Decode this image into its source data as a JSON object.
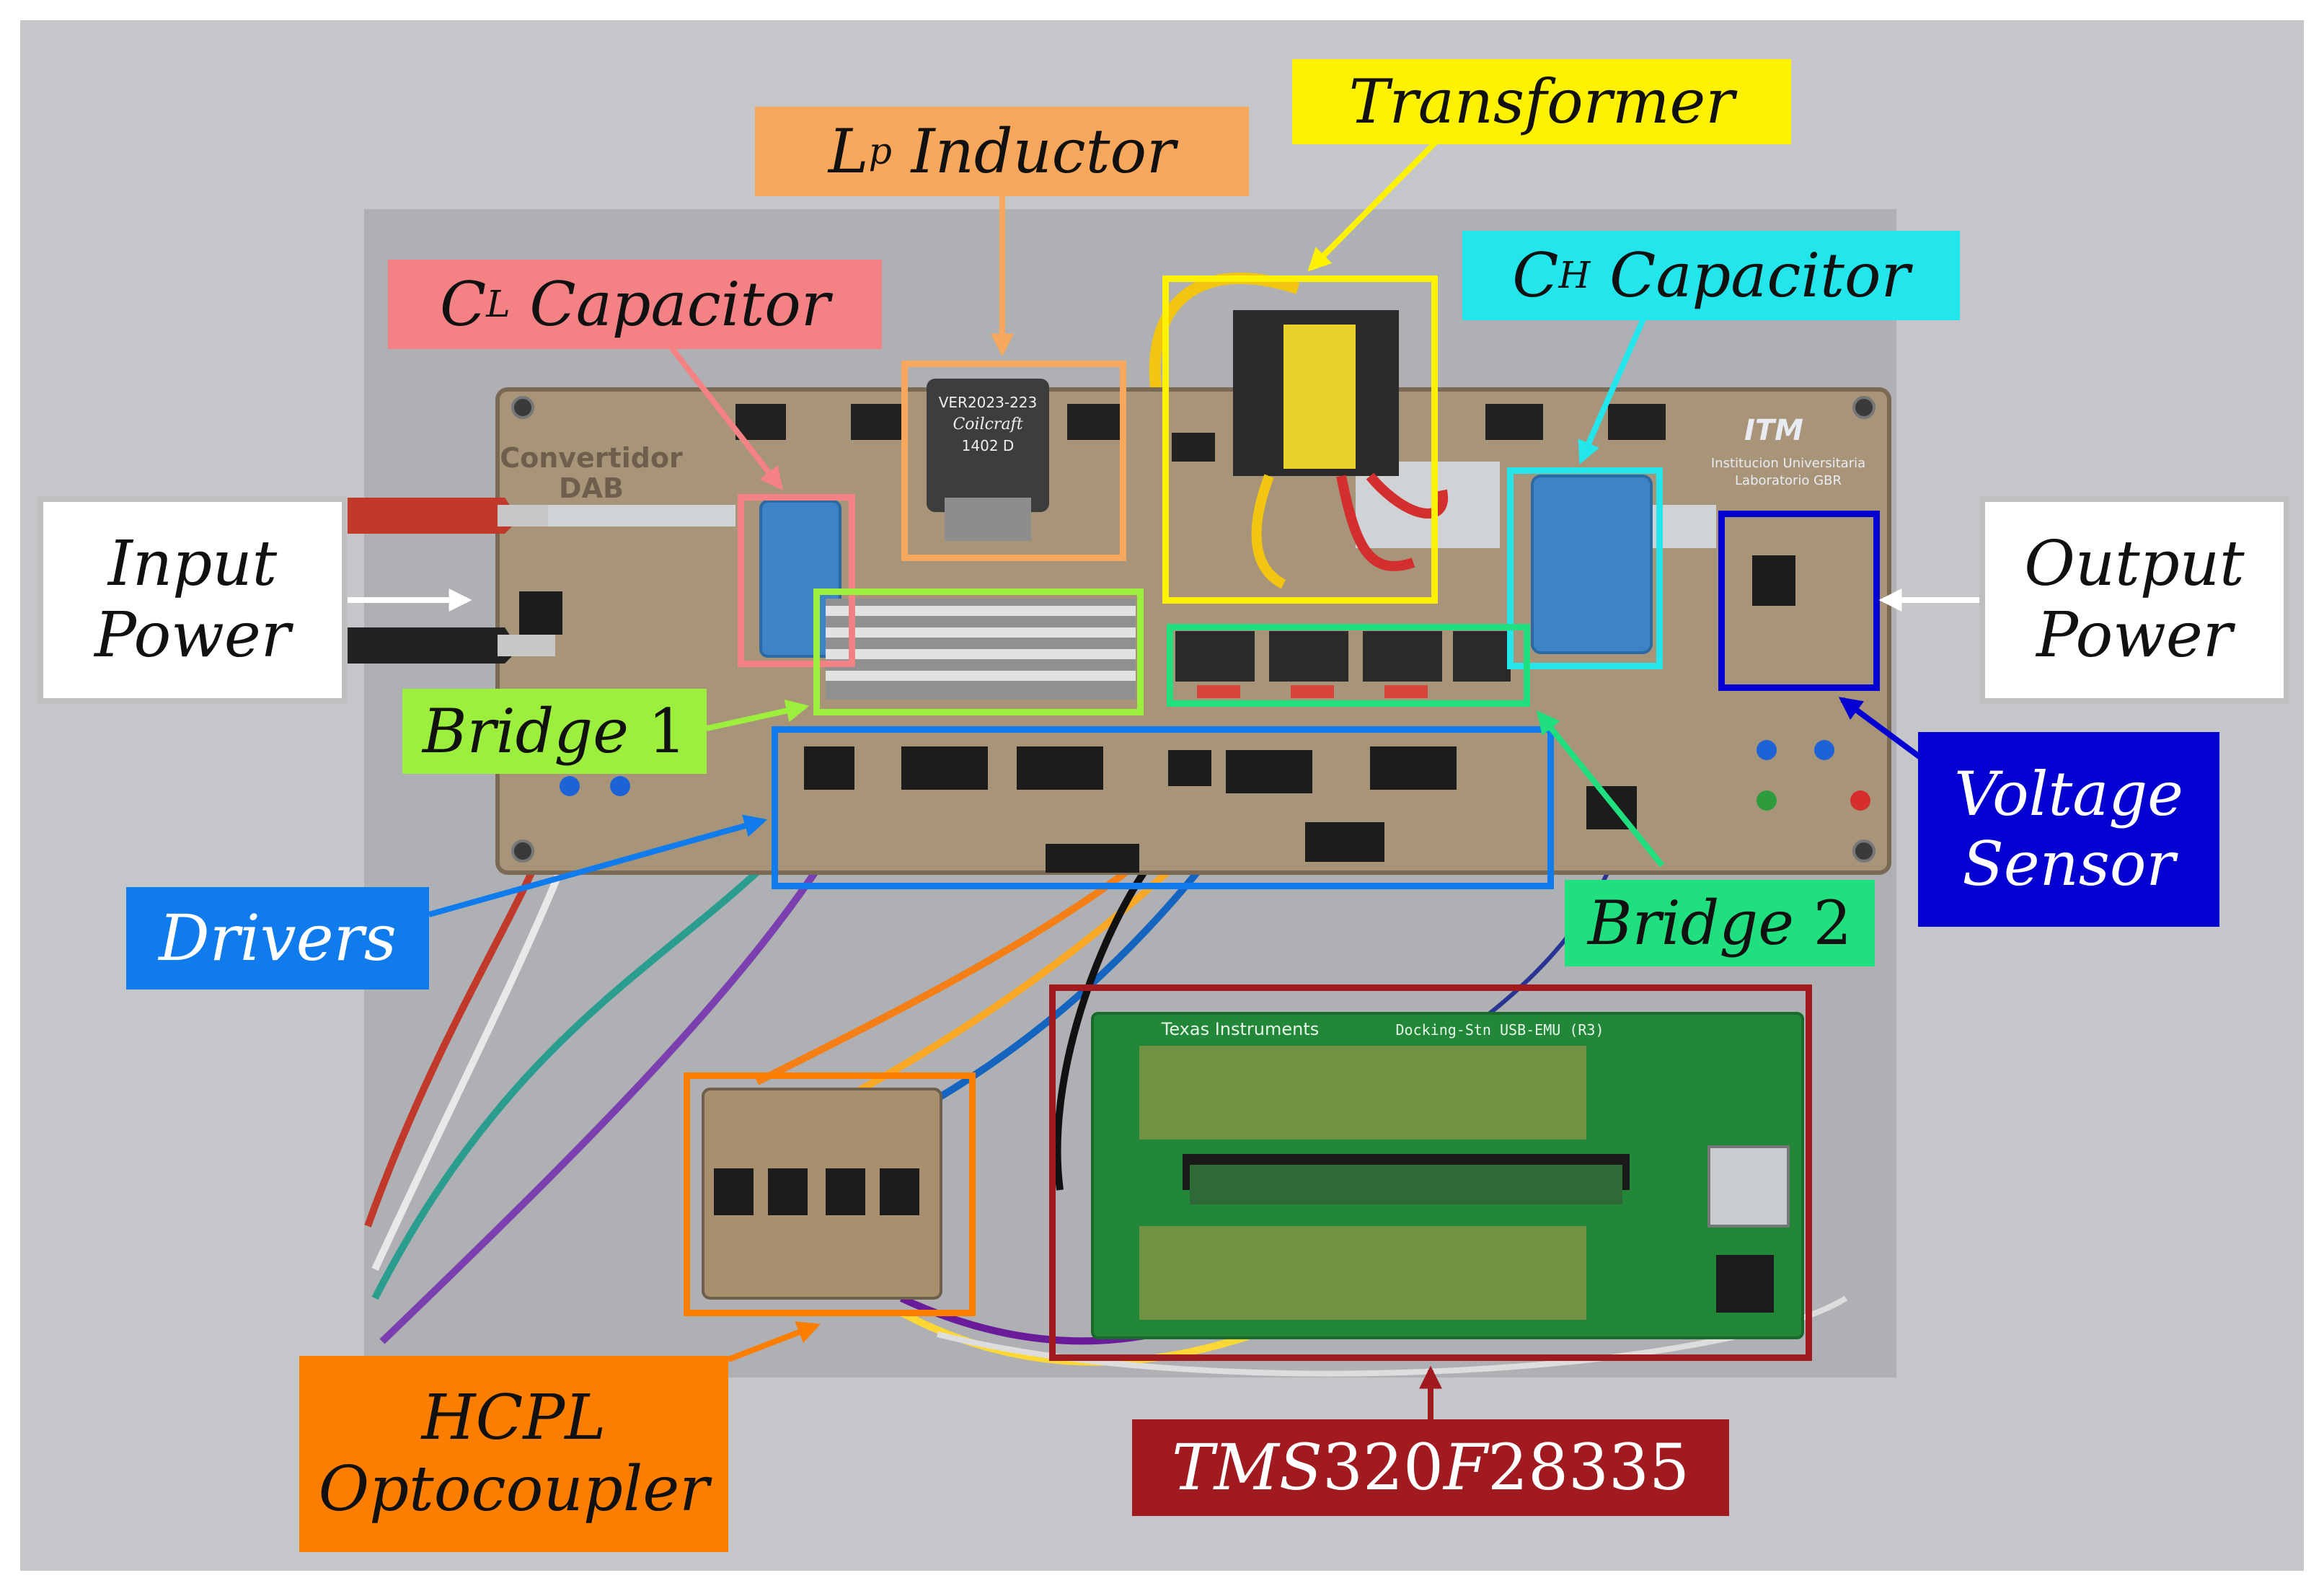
{
  "colors": {
    "background": "#c4c6ca",
    "cl_capacitor": "#f48284",
    "lp_inductor": "#f7a85c",
    "transformer": "#fff200",
    "ch_capacitor": "#23e6ec",
    "bridge_1": "#9cf03d",
    "bridge_2": "#20df7f",
    "drivers": "#0f7bec",
    "voltage_sensor": "#0400d2",
    "tms320": "#a11a20",
    "hcpl": "#fb7e00",
    "io_power": "#ffffff",
    "board_pcb": "#a89478",
    "dsp_pcb": "#23873a"
  },
  "labels": {
    "cl_capacitor": {
      "letter": "C",
      "sub": "L",
      "rest": "Capacitor"
    },
    "lp_inductor": {
      "letter": "L",
      "sub": "p",
      "rest": "Inductor"
    },
    "transformer": "Transformer",
    "ch_capacitor": {
      "letter": "C",
      "sub": "H",
      "rest": "Capacitor"
    },
    "input_power": "Input\nPower",
    "output_power": "Output\nPower",
    "bridge_1": {
      "text": "Bridge",
      "num": "1"
    },
    "bridge_2": {
      "text": "Bridge",
      "num": "2"
    },
    "drivers": "Drivers",
    "voltage_sensor": "Voltage\nSensor",
    "hcpl": "HCPL\nOptocoupler",
    "tms320": {
      "a": "TMS",
      "b": "320",
      "c": "F",
      "d": "28335"
    }
  },
  "board_print": {
    "title_line1": "Convertidor",
    "title_line2": "DAB",
    "inductor_line1": "VER2023-223",
    "inductor_line2": "Coilcraft",
    "inductor_line3": "1402 D",
    "logo": "ITM",
    "institution_line1": "Institucion Universitaria",
    "institution_line2": "Laboratorio GBR",
    "dsp_brand": "Texas Instruments",
    "dsp_dock": "Docking-Stn USB-EMU (R3)"
  }
}
